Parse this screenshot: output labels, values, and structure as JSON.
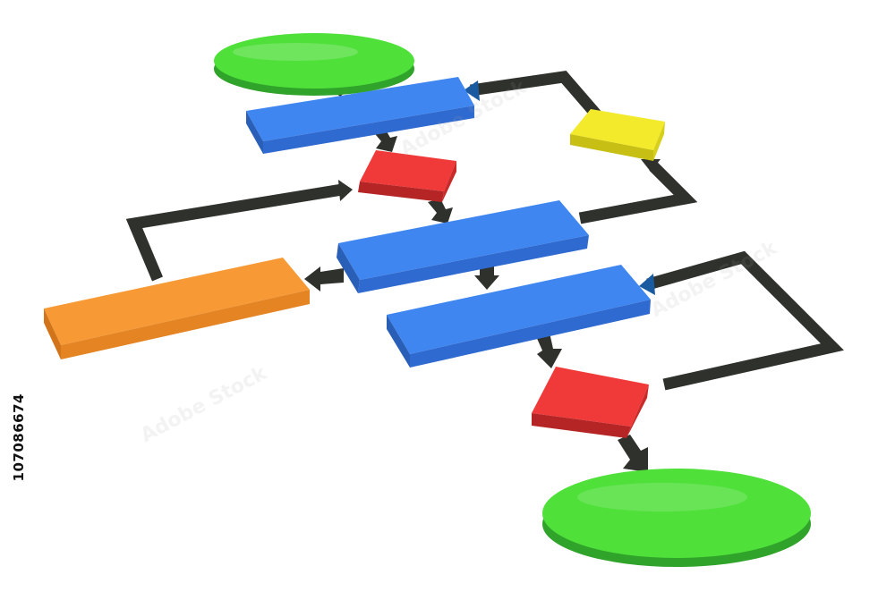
{
  "stock_id": "107086674",
  "watermark": "Adobe Stock",
  "colors": {
    "terminal": "#4fe03a",
    "process": "#3f86f0",
    "decision": "#f03a3a",
    "subprocess": "#f79a35",
    "data": "#f2ea2a",
    "connector": "#2e312c"
  },
  "shapes": [
    {
      "id": "start-terminal",
      "kind": "ellipse",
      "color": "terminal"
    },
    {
      "id": "process-1",
      "kind": "slab",
      "color": "process"
    },
    {
      "id": "decision-1",
      "kind": "slab",
      "color": "decision"
    },
    {
      "id": "data-box",
      "kind": "slab",
      "color": "data"
    },
    {
      "id": "process-2",
      "kind": "slab",
      "color": "process"
    },
    {
      "id": "subprocess-box",
      "kind": "slab",
      "color": "subprocess"
    },
    {
      "id": "process-3",
      "kind": "slab",
      "color": "process"
    },
    {
      "id": "decision-2",
      "kind": "slab",
      "color": "decision"
    },
    {
      "id": "end-terminal",
      "kind": "ellipse",
      "color": "terminal"
    }
  ]
}
